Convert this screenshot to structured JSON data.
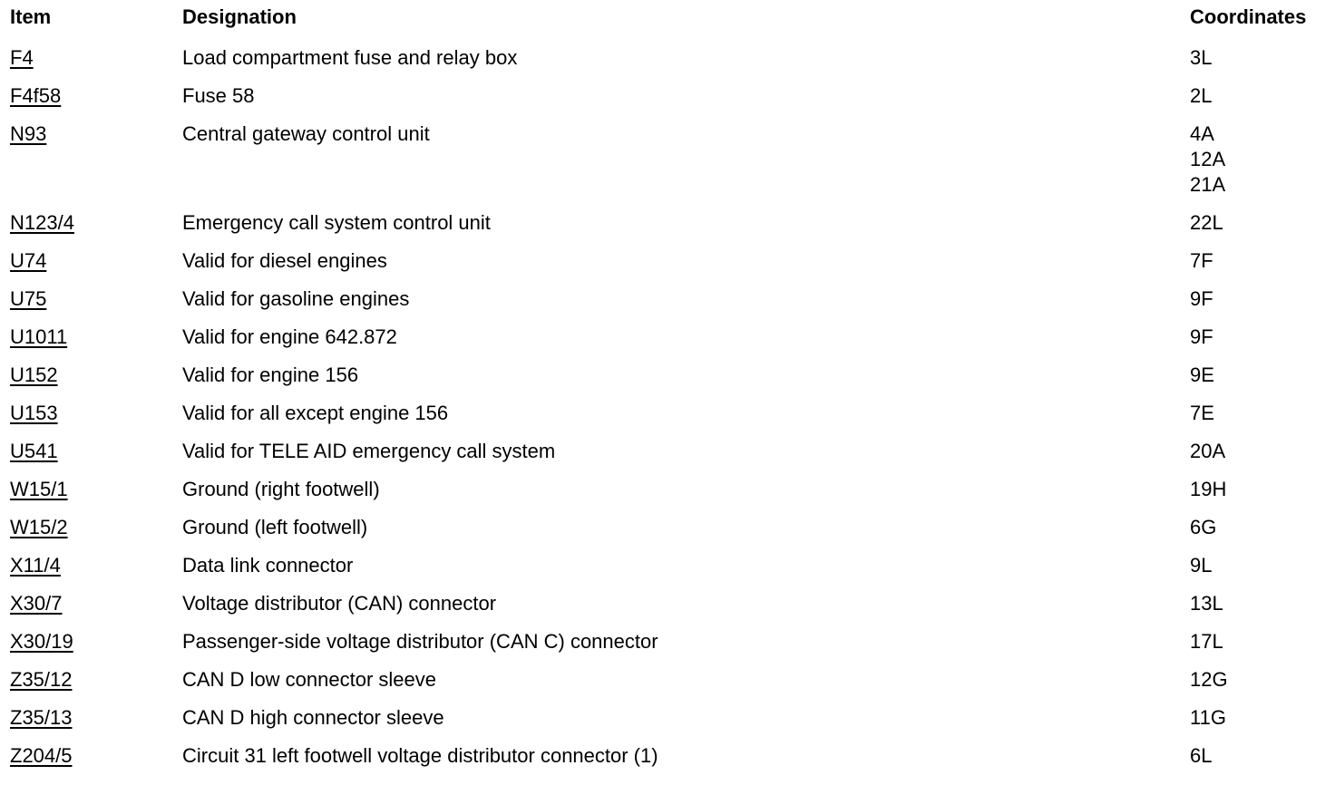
{
  "header": {
    "item": "Item",
    "designation": "Designation",
    "coordinates": "Coordinates"
  },
  "rows": [
    {
      "item": "F4",
      "designation": "Load compartment fuse and relay box",
      "coordinates": [
        "3L"
      ]
    },
    {
      "item": "F4f58",
      "designation": "Fuse 58",
      "coordinates": [
        "2L"
      ]
    },
    {
      "item": "N93",
      "designation": "Central gateway control unit",
      "coordinates": [
        "4A",
        "12A",
        "21A"
      ]
    },
    {
      "item": "N123/4",
      "designation": "Emergency call system control unit",
      "coordinates": [
        "22L"
      ]
    },
    {
      "item": "U74",
      "designation": "Valid for diesel engines",
      "coordinates": [
        "7F"
      ]
    },
    {
      "item": "U75",
      "designation": "Valid for gasoline engines",
      "coordinates": [
        "9F"
      ]
    },
    {
      "item": "U1011",
      "designation": "Valid for engine 642.872",
      "coordinates": [
        "9F"
      ]
    },
    {
      "item": "U152",
      "designation": "Valid for engine 156",
      "coordinates": [
        "9E"
      ]
    },
    {
      "item": "U153",
      "designation": "Valid for all except engine 156",
      "coordinates": [
        "7E"
      ]
    },
    {
      "item": "U541",
      "designation": "Valid for TELE AID emergency call system",
      "coordinates": [
        "20A"
      ]
    },
    {
      "item": "W15/1",
      "designation": "Ground (right footwell)",
      "coordinates": [
        "19H"
      ]
    },
    {
      "item": "W15/2",
      "designation": "Ground (left footwell)",
      "coordinates": [
        "6G"
      ]
    },
    {
      "item": "X11/4",
      "designation": "Data link connector",
      "coordinates": [
        "9L"
      ]
    },
    {
      "item": "X30/7",
      "designation": "Voltage distributor (CAN) connector",
      "coordinates": [
        "13L"
      ]
    },
    {
      "item": "X30/19",
      "designation": "Passenger-side voltage distributor (CAN C) connector",
      "coordinates": [
        "17L"
      ]
    },
    {
      "item": "Z35/12",
      "designation": "CAN D low connector sleeve",
      "coordinates": [
        "12G"
      ]
    },
    {
      "item": "Z35/13",
      "designation": "CAN D high connector sleeve",
      "coordinates": [
        "11G"
      ]
    },
    {
      "item": "Z204/5",
      "designation": "Circuit 31 left footwell voltage distributor connector (1)",
      "coordinates": [
        "6L"
      ]
    }
  ]
}
